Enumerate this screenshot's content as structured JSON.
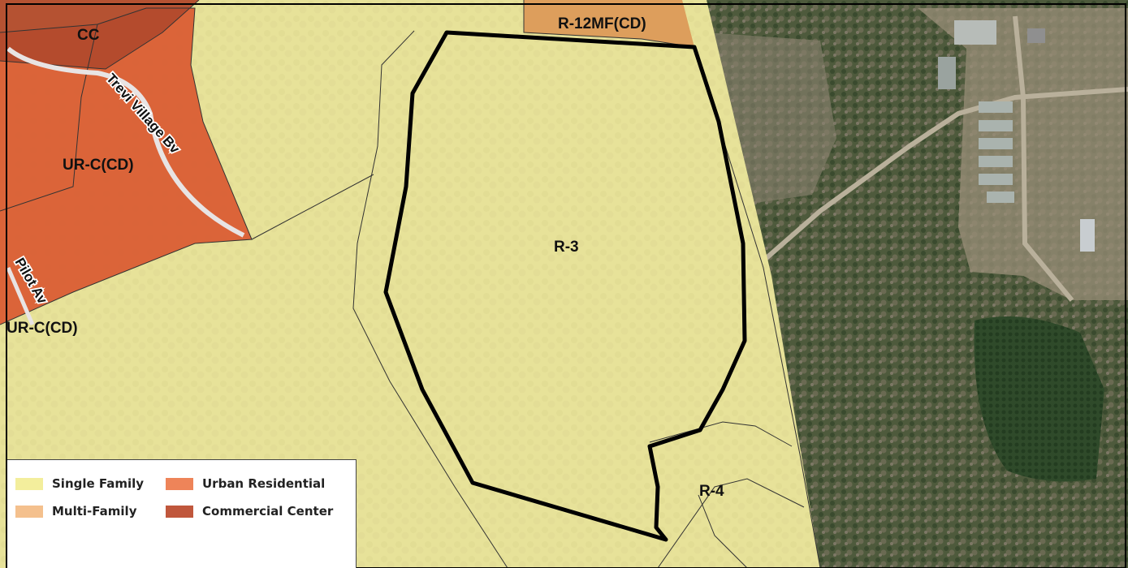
{
  "map": {
    "zones": {
      "cc": "CC",
      "ur_c_cd_top": "UR-C(CD)",
      "ur_c_cd_bottom": "UR-C(CD)",
      "r12mf": "R-12MF(CD)",
      "r3": "R-3",
      "r4": "R-4"
    },
    "streets": {
      "trevi": "Trevi Village Bv",
      "pilot": "Pilot Av"
    }
  },
  "legend": {
    "items": [
      {
        "label": "Single Family",
        "color": "#f3ee9c"
      },
      {
        "label": "Multi-Family",
        "color": "#f4c08d"
      },
      {
        "label": "Urban Residential",
        "color": "#ee8459"
      },
      {
        "label": "Commercial Center",
        "color": "#c0573c"
      }
    ]
  },
  "colors": {
    "single_family_fill": "#e9e49a",
    "urban_residential_fill": "#d9572f",
    "commercial_fill": "#b24a2c",
    "multi_family_fill": "#dc9a58",
    "aerial_base": "#5c6b48",
    "subject_outline": "#000000"
  }
}
